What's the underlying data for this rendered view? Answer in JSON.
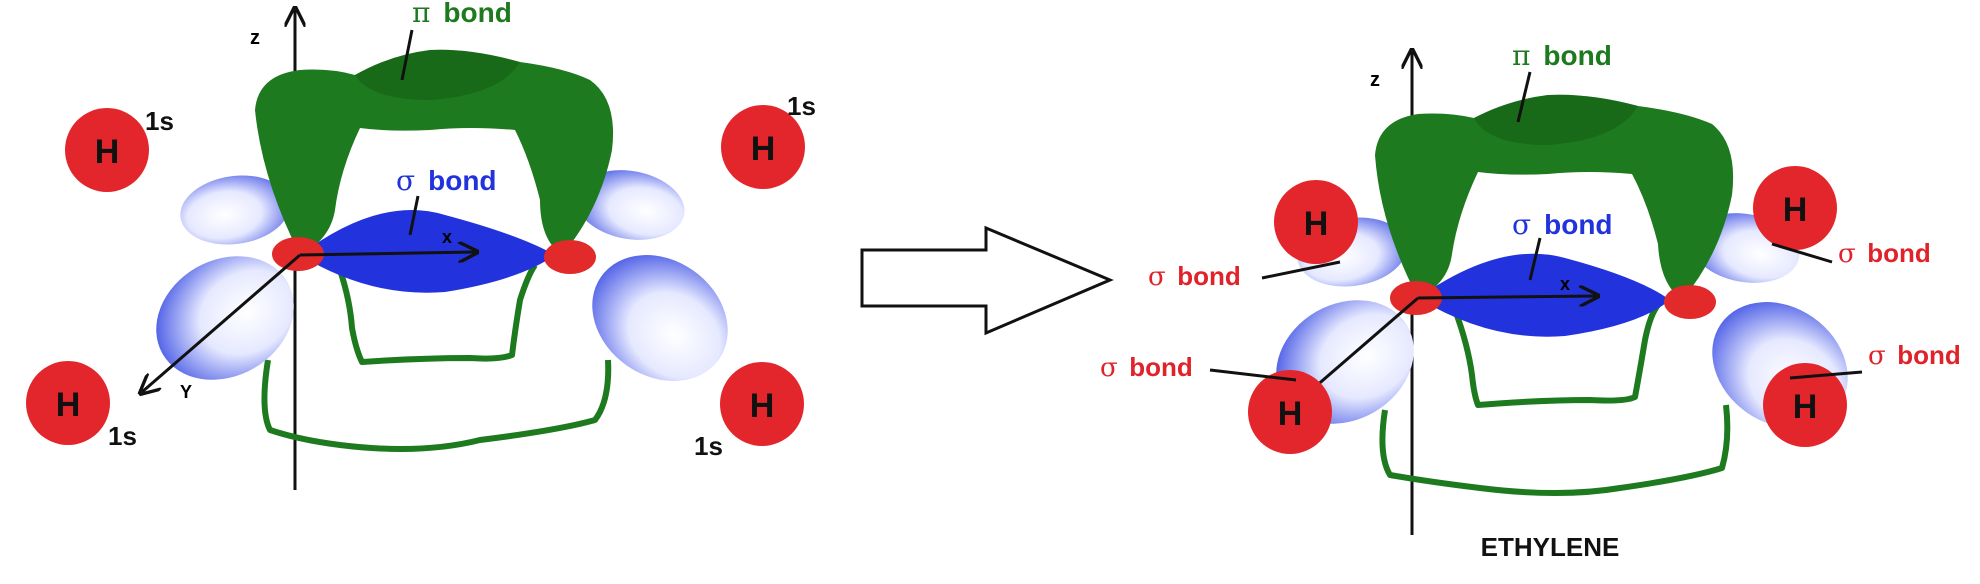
{
  "colors": {
    "pi": "#1e7a1e",
    "pi_dark": "#145c14",
    "sigma_blue": "#2233dd",
    "lobe_blue": "#2a3fe0",
    "lobe_light": "#ffffff",
    "hydrogen": "#e3262c",
    "carbon": "#e32a2a",
    "sigma_red": "#e0232b",
    "ink": "#111111"
  },
  "left": {
    "axis_z": "z",
    "axis_x": "x",
    "axis_y": "Y",
    "pi_symbol": "π",
    "pi_word": "bond",
    "sigma_symbol": "σ",
    "sigma_word": "bond",
    "hydrogens": [
      {
        "symbol": "H",
        "orbital": "1s"
      },
      {
        "symbol": "H",
        "orbital": "1s"
      },
      {
        "symbol": "H",
        "orbital": "1s"
      },
      {
        "symbol": "H",
        "orbital": "1s"
      }
    ]
  },
  "right": {
    "axis_z": "z",
    "axis_x": "x",
    "pi_symbol": "π",
    "pi_word": "bond",
    "sigma_symbol": "σ",
    "sigma_word": "bond",
    "hydrogens": [
      {
        "symbol": "H"
      },
      {
        "symbol": "H"
      },
      {
        "symbol": "H"
      },
      {
        "symbol": "H"
      }
    ],
    "ch_sigma_labels": [
      {
        "symbol": "σ",
        "word": "bond"
      },
      {
        "symbol": "σ",
        "word": "bond"
      },
      {
        "symbol": "σ",
        "word": "bond"
      },
      {
        "symbol": "σ",
        "word": "bond"
      }
    ],
    "caption": "ETHYLENE"
  },
  "arrow_icon": "right-arrow-icon"
}
